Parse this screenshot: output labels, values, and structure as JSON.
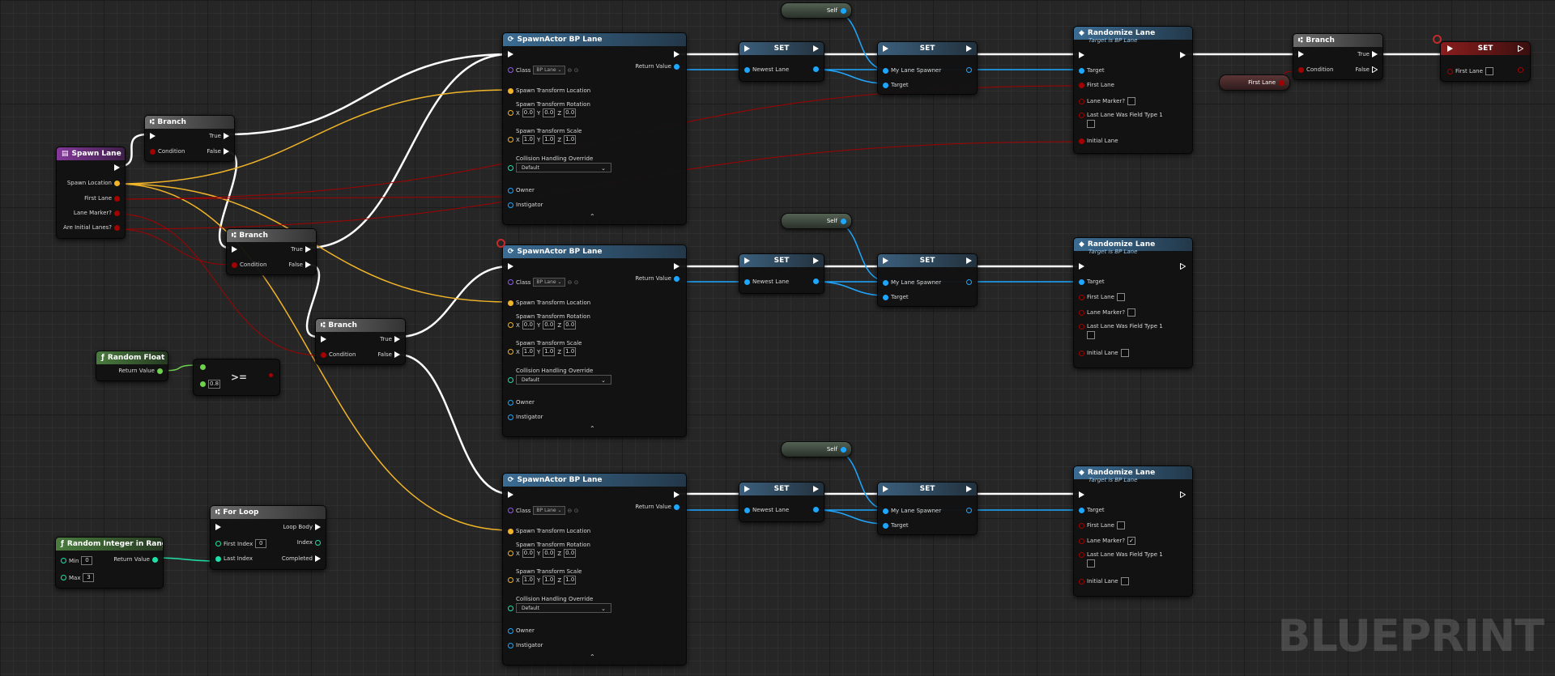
{
  "watermark": "BLUEPRINT",
  "colors": {
    "exec": "#ffffff",
    "object": "#1ea7ff",
    "struct": "#f0b429",
    "bool": "#a30000",
    "float": "#6fd24f",
    "int": "#1fe0a8",
    "set_header": "#3b5f7c"
  },
  "nodes": {
    "spawn_lane": {
      "title": "Spawn Lane",
      "pins": [
        "Spawn Location",
        "First Lane",
        "Lane Marker?",
        "Are Initial Lanes?"
      ]
    },
    "branch": {
      "title": "Branch",
      "condition": "Condition",
      "true": "True",
      "false": "False"
    },
    "random_float": {
      "title": "Random Float",
      "return": "Return Value"
    },
    "compare": {
      "op": ">=",
      "value": "0.8"
    },
    "for_loop": {
      "title": "For Loop",
      "first_index": "First Index",
      "first_index_val": "0",
      "last_index": "Last Index",
      "loop_body": "Loop Body",
      "index": "Index",
      "completed": "Completed"
    },
    "random_int": {
      "title": "Random Integer in Range",
      "min": "Min",
      "min_val": "0",
      "max": "Max",
      "max_val": "3",
      "return": "Return Value"
    },
    "spawn_actor": {
      "title": "SpawnActor BP Lane",
      "class": "Class",
      "class_val": "BP Lane",
      "return": "Return Value",
      "location": "Spawn Transform Location",
      "rotation": "Spawn Transform Rotation",
      "scale": "Spawn Transform Scale",
      "x": "X",
      "y": "Y",
      "z": "Z",
      "rot_val": "0.0",
      "scale_val": "1.0",
      "collision": "Collision Handling Override",
      "collision_val": "Default",
      "owner": "Owner",
      "instigator": "Instigator"
    },
    "set": {
      "title": "SET",
      "newest_lane": "Newest Lane",
      "my_lane_spawner": "My Lane Spawner",
      "target": "Target"
    },
    "self": {
      "label": "Self"
    },
    "randomize_lane": {
      "title": "Randomize Lane",
      "subtitle": "Target is BP Lane",
      "target": "Target",
      "first_lane": "First Lane",
      "lane_marker": "Lane Marker?",
      "last_lane_field": "Last Lane Was Field Type 1",
      "initial_lane": "Initial Lane",
      "rows": [
        {
          "lane_marker_checked": false
        },
        {
          "lane_marker_checked": false
        },
        {
          "lane_marker_checked": true
        }
      ],
      "check_mark": "✓"
    },
    "first_lane_get": {
      "label": "First Lane"
    },
    "set_first_lane": {
      "title": "SET",
      "pin": "First Lane"
    }
  }
}
